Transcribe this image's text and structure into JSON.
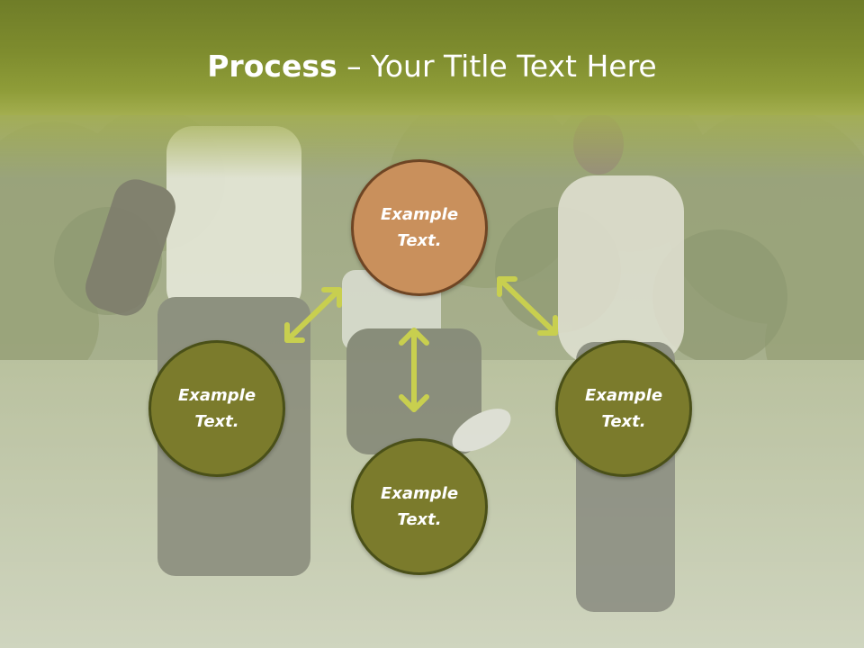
{
  "slide": {
    "title_bold": "Process",
    "title_rest": " – Your Title Text Here"
  },
  "diagram": {
    "center": {
      "line1": "Example",
      "line2": "Text."
    },
    "left": {
      "line1": "Example",
      "line2": "Text."
    },
    "right": {
      "line1": "Example",
      "line2": "Text."
    },
    "bottom": {
      "line1": "Example",
      "line2": "Text."
    }
  },
  "colors": {
    "title_band": "#7e8c2e",
    "center_fill": "#c9905c",
    "outer_fill": "#7b7b2c",
    "arrow": "#c8cf4f"
  }
}
